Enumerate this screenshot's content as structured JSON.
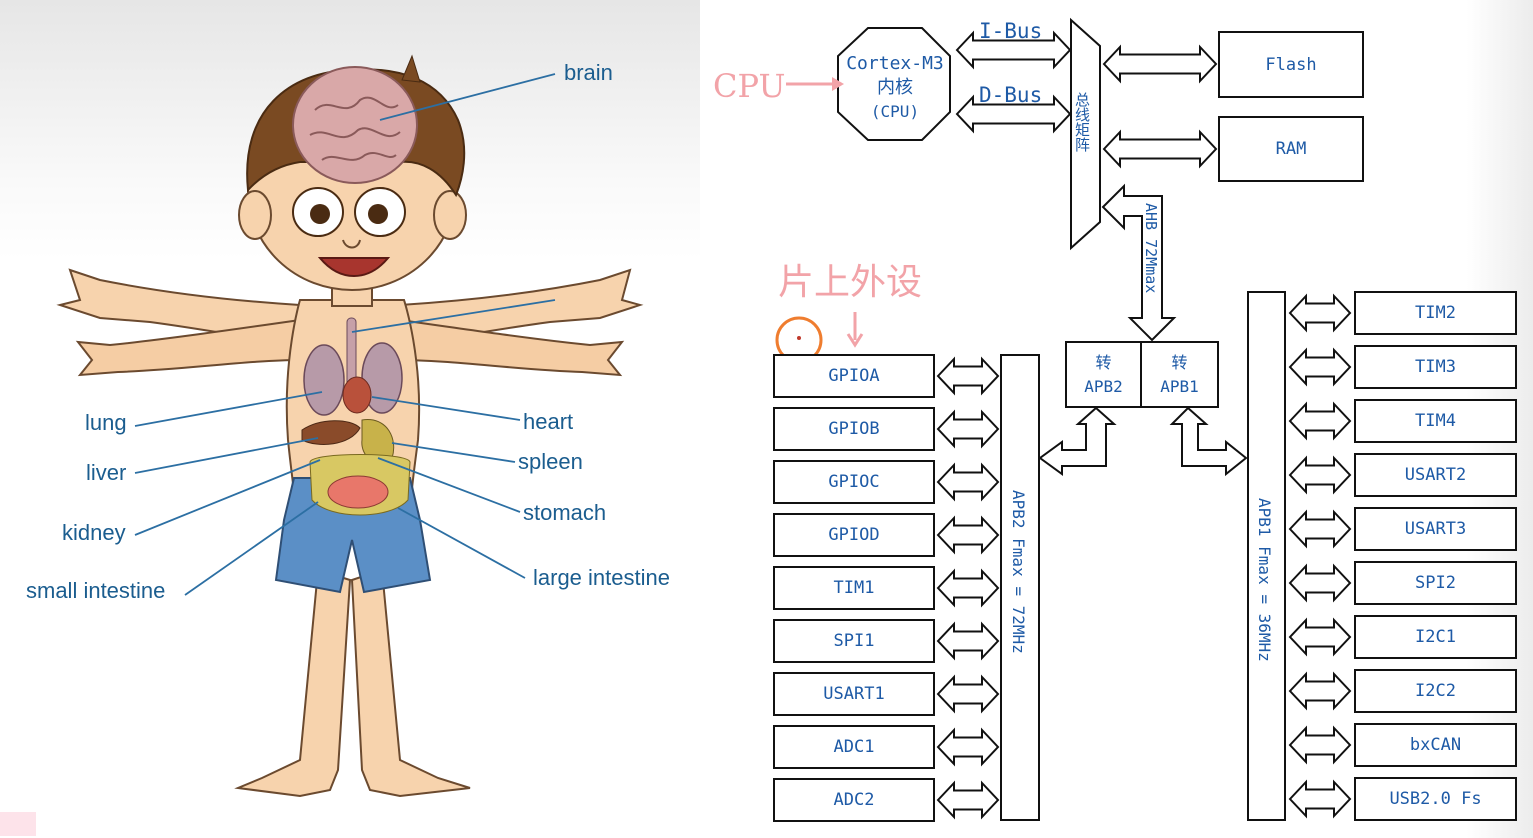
{
  "body_diagram": {
    "labels": {
      "brain": "brain",
      "lung": "lung",
      "heart": "heart",
      "liver": "liver",
      "spleen": "spleen",
      "kidney": "kidney",
      "stomach": "stomach",
      "small_intestine": "small intestine",
      "large_intestine": "large intestine"
    }
  },
  "annotations": {
    "cpu_note": "CPU",
    "peripheral_note": "片上外设",
    "note_color": "#f2a3a8"
  },
  "core": {
    "line1": "Cortex-M3",
    "line2": "内核",
    "line3": "(CPU)"
  },
  "buses": {
    "ibus": "I-Bus",
    "dbus": "D-Bus",
    "matrix": "总线矩阵",
    "ahb": "AHB 72Mmax",
    "apb2": "APB2 Fmax = 72MHz",
    "apb1": "APB1 Fmax = 36MHz"
  },
  "memory": {
    "flash": "Flash",
    "ram": "RAM"
  },
  "bridges": {
    "apb2_top": "转",
    "apb2_bottom": "APB2",
    "apb1_top": "转",
    "apb1_bottom": "APB1"
  },
  "apb2_peripherals": [
    "GPIOA",
    "GPIOB",
    "GPIOC",
    "GPIOD",
    "TIM1",
    "SPI1",
    "USART1",
    "ADC1",
    "ADC2"
  ],
  "apb1_peripherals": [
    "TIM2",
    "TIM3",
    "TIM4",
    "USART2",
    "USART3",
    "SPI2",
    "I2C1",
    "I2C2",
    "bxCAN",
    "USB2.0 Fs"
  ],
  "colors": {
    "text_blue": "#1e5aa6",
    "label_blue": "#1b5d8f",
    "line_blue": "#2c6fa3",
    "highlight_circle": "#ef7d2f"
  }
}
